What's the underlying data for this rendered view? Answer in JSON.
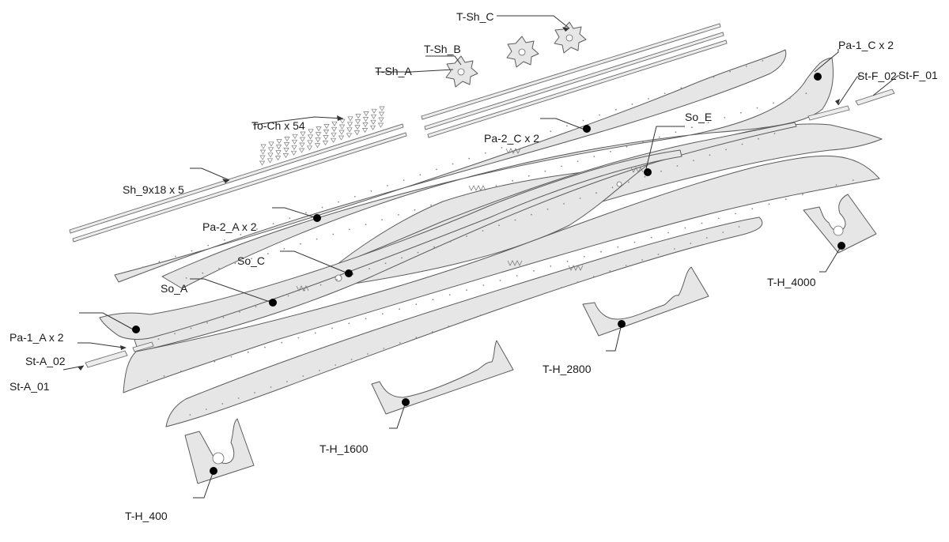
{
  "labels": {
    "t_sh_c": "T-Sh_C",
    "t_sh_b": "T-Sh_B",
    "t_sh_a": "T-Sh_A",
    "pa_1_c": "Pa-1_C x 2",
    "st_f_02": "St-F_02",
    "st_f_01": "St-F_01",
    "to_ch": "To-Ch x 54",
    "so_e": "So_E",
    "pa_2_c": "Pa-2_C x 2",
    "sh_9x18": "Sh_9x18 x 5",
    "pa_2_a": "Pa-2_A x 2",
    "so_c": "So_C",
    "so_a": "So_A",
    "pa_1_a": "Pa-1_A x 2",
    "st_a_02": "St-A_02",
    "st_a_01": "St-A_01",
    "t_h_4000": "T-H_4000",
    "t_h_2800": "T-H_2800",
    "t_h_1600": "T-H_1600",
    "t_h_400": "T-H_400"
  },
  "colors": {
    "part_fill": "#e6e6e6",
    "outline": "#5c5c5c",
    "marker": "#000000"
  }
}
